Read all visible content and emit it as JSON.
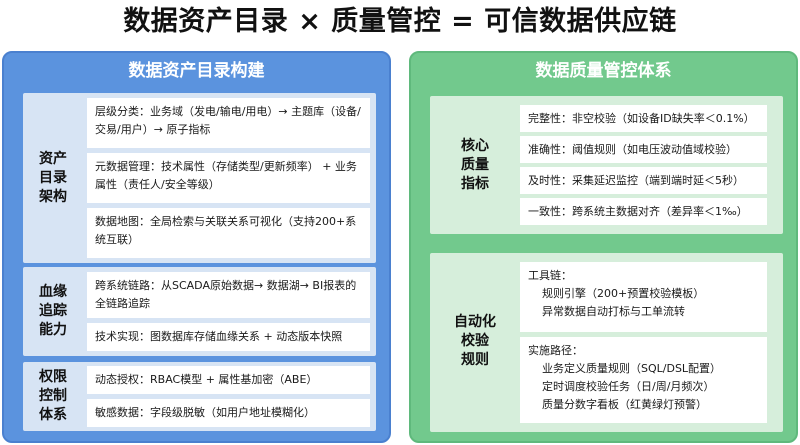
{
  "title": "数据资产目录 × 质量管控 = 可信数据供应链",
  "left_panel": {
    "title": "数据资产目录构建",
    "sections": [
      {
        "label": "资产\n目录\n架构",
        "items": [
          "层级分类：业务域（发电/输电/用电）→ 主题库（设备/交易/用户）→ 原子指标",
          "元数据管理：技术属性（存储类型/更新频率） + 业务属性（责任人/安全等级）",
          "数据地图：全局检索与关联关系可视化（支持200+系统互联）"
        ]
      },
      {
        "label": "血缘\n追踪\n能力",
        "items": [
          "跨系统链路：从SCADA原始数据→ 数据湖→ BI报表的全链路追踪",
          "技术实现：图数据库存储血缘关系 + 动态版本快照"
        ]
      },
      {
        "label": "权限\n控制\n体系",
        "items": [
          "动态授权：RBAC模型 + 属性基加密（ABE）",
          "敏感数据：字段级脱敏（如用户地址模糊化）"
        ]
      }
    ]
  },
  "right_panel": {
    "title": "数据质量管控体系",
    "sections": [
      {
        "label": "核心\n质量\n指标",
        "items": [
          "完整性：非空校验（如设备ID缺失率＜0.1%）",
          "准确性：阈值规则（如电压波动值域校验）",
          "及时性：采集延迟监控（端到端时延＜5秒）",
          "一致性：跨系统主数据对齐（差异率＜1‰）"
        ]
      },
      {
        "label": "自动化\n校验\n规则",
        "groups": [
          {
            "heading": "工具链：",
            "lines": [
              "规则引擎（200+预置校验模板）",
              "异常数据自动打标与工单流转"
            ]
          },
          {
            "heading": "实施路径：",
            "lines": [
              "业务定义质量规则（SQL/DSL配置）",
              "定时调度校验任务（日/周/月频次）",
              "质量分数字看板（红黄绿灯预警）"
            ]
          }
        ]
      }
    ]
  }
}
